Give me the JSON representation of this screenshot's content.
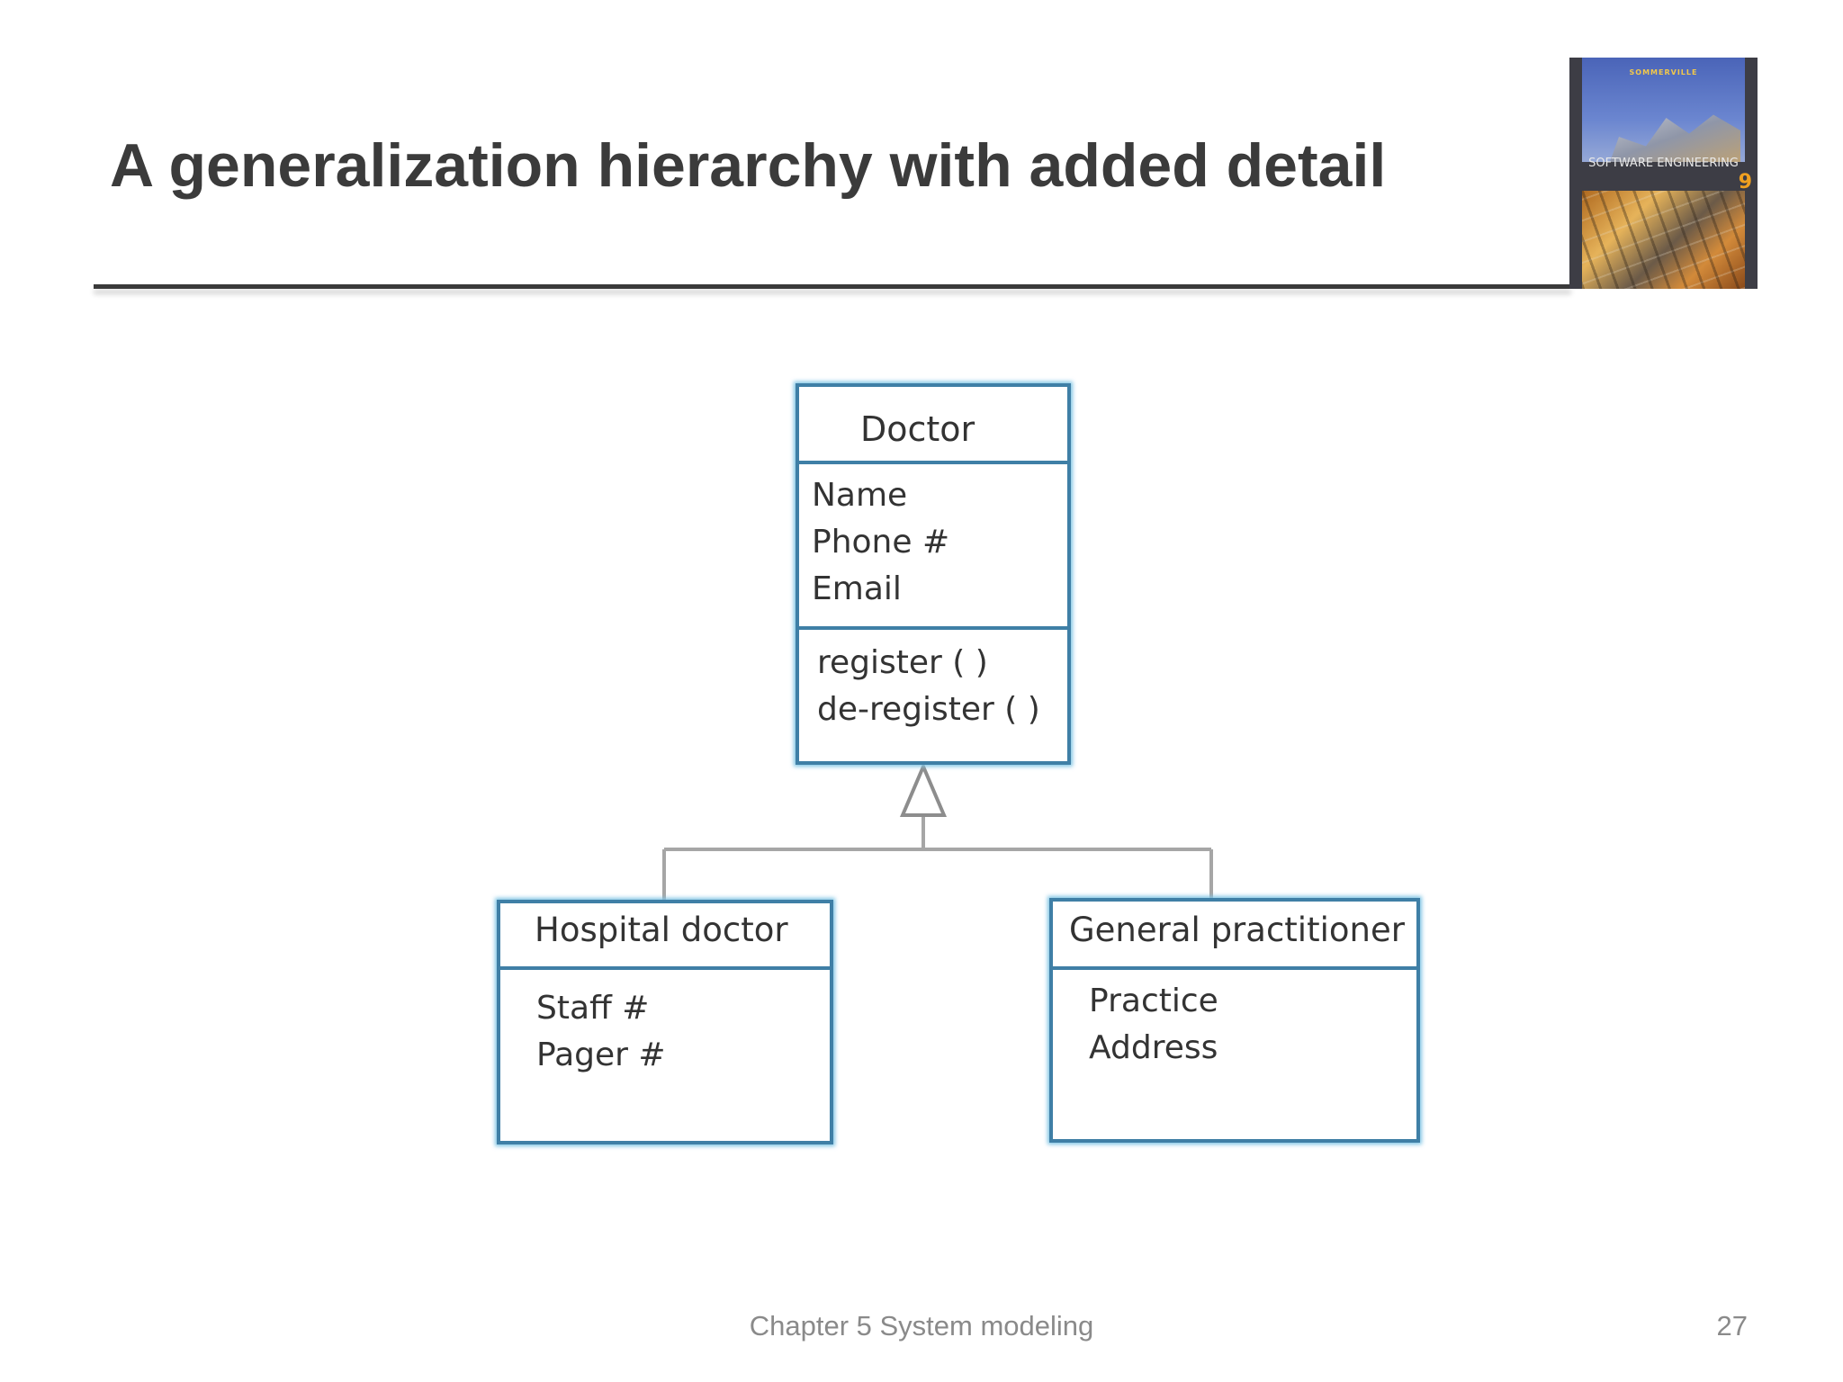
{
  "slide": {
    "title": "A generalization hierarchy with added detail",
    "footer": "Chapter 5 System modeling",
    "page_number": "27"
  },
  "book_cover": {
    "author": "SOMMERVILLE",
    "title": "SOFTWARE ENGINEERING",
    "edition": "9"
  },
  "diagram": {
    "classes": [
      {
        "key": "doctor",
        "name": "Doctor",
        "attributes": [
          "Name",
          "Phone #",
          "Email"
        ],
        "operations": [
          "register ( )",
          "de-register ( )"
        ]
      },
      {
        "key": "hospital-doctor",
        "name": "Hospital doctor",
        "attributes": [
          "Staff #",
          "Pager #"
        ],
        "operations": []
      },
      {
        "key": "general-practitioner",
        "name": "General practitioner",
        "attributes": [
          "Practice",
          "Address"
        ],
        "operations": []
      }
    ],
    "relationship": {
      "type": "generalization",
      "parent": "Doctor",
      "children": [
        "Hospital doctor",
        "General practitioner"
      ]
    },
    "colors": {
      "box_border": "#3f7fa6",
      "box_glow": "#7fc4e4",
      "connector": "#a6a6a6",
      "text": "#333333"
    }
  }
}
